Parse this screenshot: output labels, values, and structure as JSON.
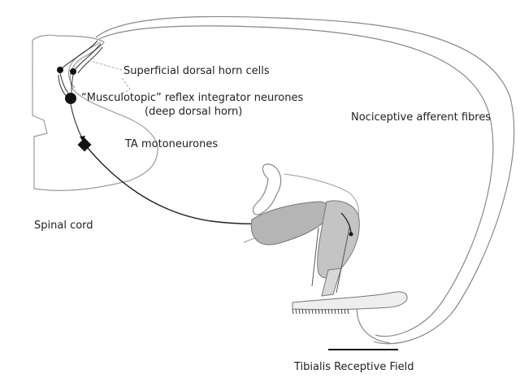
{
  "labels": {
    "superficial": "Superficial dorsal horn cells",
    "musculotopic": "“Musculotopic” reflex integrator neurones",
    "deep_dorsal_horn": "(deep dorsal horn)",
    "ta_motoneurones": "TA motoneurones",
    "spinal_cord": "Spinal cord",
    "nociceptive": "Nociceptive afferent fibres",
    "receptive_field": "Tibialis Receptive Field"
  }
}
